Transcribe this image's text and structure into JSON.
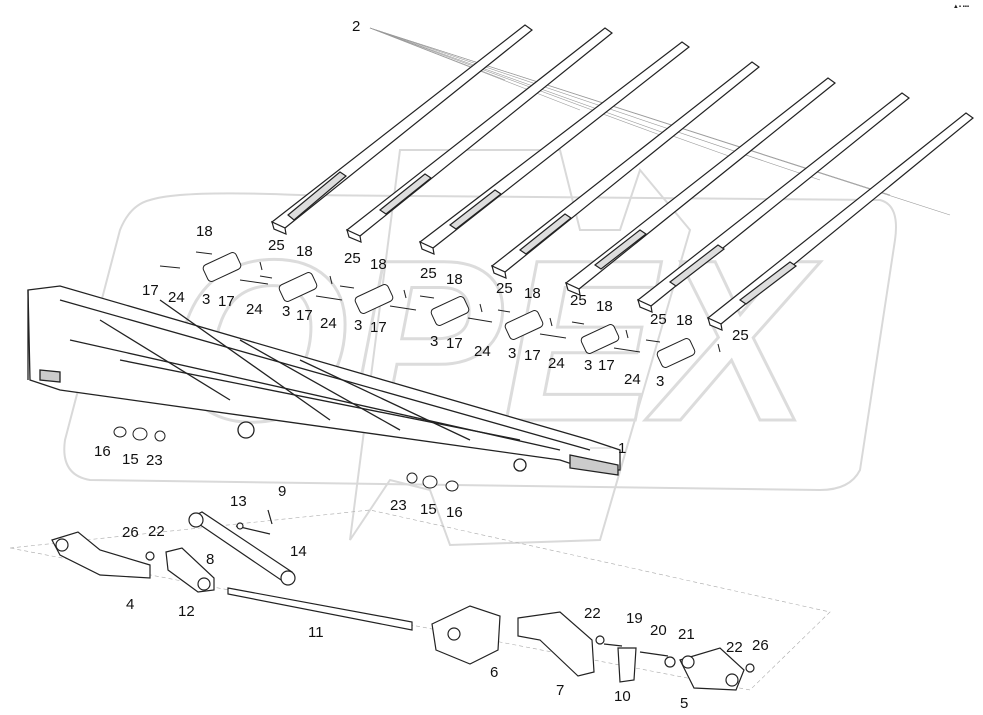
{
  "corner_mark": "▲▪ ▪▪▪",
  "watermark": "OPEX",
  "callouts": [
    {
      "id": "c2",
      "text": "2"
    },
    {
      "id": "c18a",
      "text": "18"
    },
    {
      "id": "c25a",
      "text": "25"
    },
    {
      "id": "c18b",
      "text": "18"
    },
    {
      "id": "c17a",
      "text": "17"
    },
    {
      "id": "c24a",
      "text": "24"
    },
    {
      "id": "c3a",
      "text": "3"
    },
    {
      "id": "c17b",
      "text": "17"
    },
    {
      "id": "c24b",
      "text": "24"
    },
    {
      "id": "c3b",
      "text": "3"
    },
    {
      "id": "c17c",
      "text": "17"
    },
    {
      "id": "c25b",
      "text": "25"
    },
    {
      "id": "c18c",
      "text": "18"
    },
    {
      "id": "c25c",
      "text": "25"
    },
    {
      "id": "c18d",
      "text": "18"
    },
    {
      "id": "c24c",
      "text": "24"
    },
    {
      "id": "c3c",
      "text": "3"
    },
    {
      "id": "c17d",
      "text": "17"
    },
    {
      "id": "c3d",
      "text": "3"
    },
    {
      "id": "c17e",
      "text": "17"
    },
    {
      "id": "c25d",
      "text": "25"
    },
    {
      "id": "c18e",
      "text": "18"
    },
    {
      "id": "c25e",
      "text": "25"
    },
    {
      "id": "c18f",
      "text": "18"
    },
    {
      "id": "c24d",
      "text": "24"
    },
    {
      "id": "c3e",
      "text": "3"
    },
    {
      "id": "c17f",
      "text": "17"
    },
    {
      "id": "c25f",
      "text": "25"
    },
    {
      "id": "c18g",
      "text": "18"
    },
    {
      "id": "c25g",
      "text": "25"
    },
    {
      "id": "c24e",
      "text": "24"
    },
    {
      "id": "c3f",
      "text": "3"
    },
    {
      "id": "c17g",
      "text": "17"
    },
    {
      "id": "c24f",
      "text": "24"
    },
    {
      "id": "c3g",
      "text": "3"
    },
    {
      "id": "c1",
      "text": "1"
    },
    {
      "id": "c16a",
      "text": "16"
    },
    {
      "id": "c15a",
      "text": "15"
    },
    {
      "id": "c23a",
      "text": "23"
    },
    {
      "id": "c23b",
      "text": "23"
    },
    {
      "id": "c15b",
      "text": "15"
    },
    {
      "id": "c16b",
      "text": "16"
    },
    {
      "id": "c13",
      "text": "13"
    },
    {
      "id": "c9",
      "text": "9"
    },
    {
      "id": "c14",
      "text": "14"
    },
    {
      "id": "c26a",
      "text": "26"
    },
    {
      "id": "c22a",
      "text": "22"
    },
    {
      "id": "c8",
      "text": "8"
    },
    {
      "id": "c4",
      "text": "4"
    },
    {
      "id": "c12",
      "text": "12"
    },
    {
      "id": "c11",
      "text": "11"
    },
    {
      "id": "c6",
      "text": "6"
    },
    {
      "id": "c7",
      "text": "7"
    },
    {
      "id": "c22b",
      "text": "22"
    },
    {
      "id": "c19",
      "text": "19"
    },
    {
      "id": "c20",
      "text": "20"
    },
    {
      "id": "c21",
      "text": "21"
    },
    {
      "id": "c22c",
      "text": "22"
    },
    {
      "id": "c26b",
      "text": "26"
    },
    {
      "id": "c10",
      "text": "10"
    },
    {
      "id": "c5",
      "text": "5"
    }
  ]
}
